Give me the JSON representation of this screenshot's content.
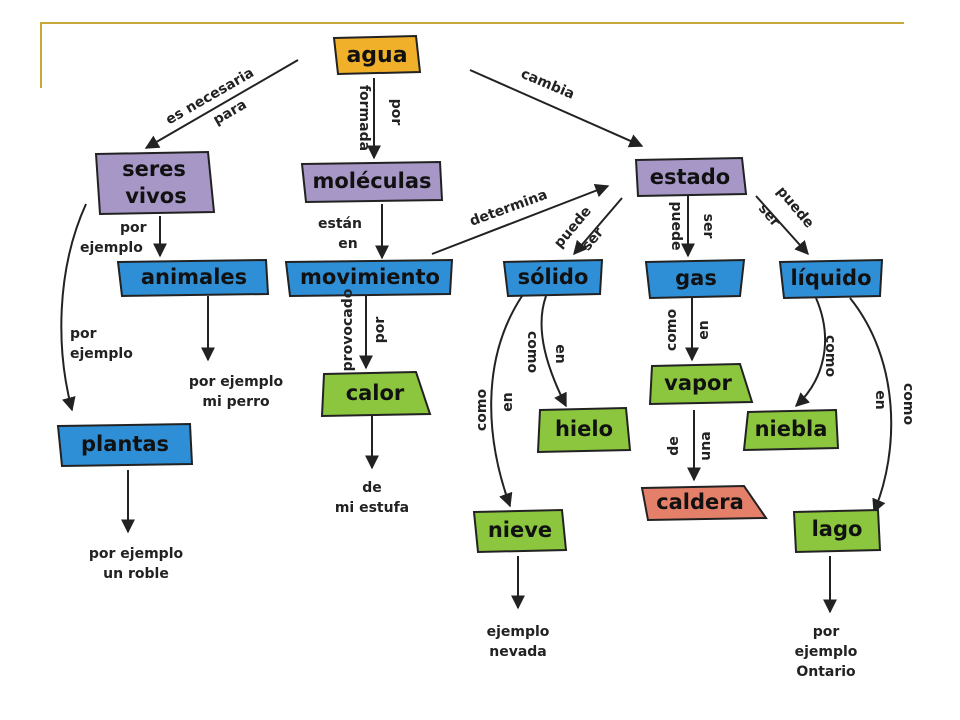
{
  "concept_map": {
    "nodes": {
      "agua": "agua",
      "seres_vivos_1": "seres",
      "seres_vivos_2": "vivos",
      "moleculas": "moléculas",
      "estado": "estado",
      "animales": "animales",
      "movimiento": "movimiento",
      "solido": "sólido",
      "gas": "gas",
      "liquido": "líquido",
      "plantas": "plantas",
      "calor": "calor",
      "vapor": "vapor",
      "hielo": "hielo",
      "niebla": "niebla",
      "nieve": "nieve",
      "caldera": "caldera",
      "lago": "lago"
    },
    "links": {
      "es_necesaria": "es necesaria",
      "para": "para",
      "formada": "formada",
      "por": "por",
      "cambia": "cambia",
      "determina": "determina",
      "puede": "puede",
      "ser": "ser",
      "estan": "están",
      "en": "en",
      "ejemplo": "ejemplo",
      "provocado": "provocado",
      "como": "como",
      "de": "de",
      "una": "una"
    },
    "notes": {
      "por_ejemplo_mi_perro_1": "por ejemplo",
      "por_ejemplo_mi_perro_2": "mi perro",
      "por_ejemplo_un_roble_1": "por ejemplo",
      "por_ejemplo_un_roble_2": "un roble",
      "de_mi_estufa_1": "de",
      "de_mi_estufa_2": "mi estufa",
      "ejemplo_nevada_1": "ejemplo",
      "ejemplo_nevada_2": "nevada",
      "por_ejemplo_ontario_1": "por",
      "por_ejemplo_ontario_2": "ejemplo",
      "por_ejemplo_ontario_3": "Ontario"
    },
    "colors": {
      "orange": "#f0b02a",
      "purple": "#a697c6",
      "blue": "#2f8fd6",
      "green": "#8cc63e",
      "salmon": "#e4806a"
    }
  }
}
